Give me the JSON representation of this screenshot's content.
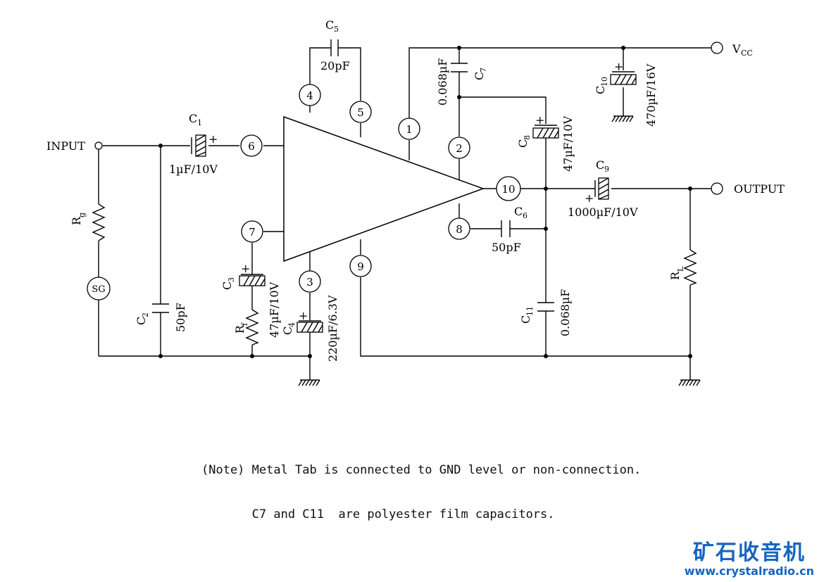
{
  "labels": {
    "input": "INPUT",
    "output": "OUTPUT",
    "vcc": "V",
    "vcc_sub": "CC",
    "sg": "SG",
    "rg": "R",
    "rg_sub": "g",
    "rf": "R",
    "rf_sub": "f",
    "rl": "R",
    "rl_sub": "L"
  },
  "pins": [
    "1",
    "2",
    "3",
    "4",
    "5",
    "6",
    "7",
    "8",
    "9",
    "10"
  ],
  "components": {
    "c1": {
      "name": "C",
      "sub": "1",
      "value": "1µF/10V"
    },
    "c2": {
      "name": "C",
      "sub": "2",
      "value": "50pF"
    },
    "c3": {
      "name": "C",
      "sub": "3",
      "value": "47µF/10V"
    },
    "c4": {
      "name": "C",
      "sub": "4",
      "value": "220µF/6.3V"
    },
    "c5": {
      "name": "C",
      "sub": "5",
      "value": "20pF"
    },
    "c6": {
      "name": "C",
      "sub": "6",
      "value": "50pF"
    },
    "c7": {
      "name": "C",
      "sub": "7",
      "value": "0.068µF"
    },
    "c8": {
      "name": "C",
      "sub": "8",
      "value": "47µF/10V"
    },
    "c9": {
      "name": "C",
      "sub": "9",
      "value": "1000µF/10V"
    },
    "c10": {
      "name": "C",
      "sub": "10",
      "value": "470µF/16V"
    },
    "c11": {
      "name": "C",
      "sub": "11",
      "value": "0.068µF"
    }
  },
  "polarity_mark": "+",
  "note": {
    "line1": "(Note) Metal Tab is connected to GND level or non-connection.",
    "line2": "       C7 and C11  are polyester film capacitors."
  },
  "watermark": {
    "brand": "矿石收音机",
    "url": "www.crystalradio.cn"
  }
}
